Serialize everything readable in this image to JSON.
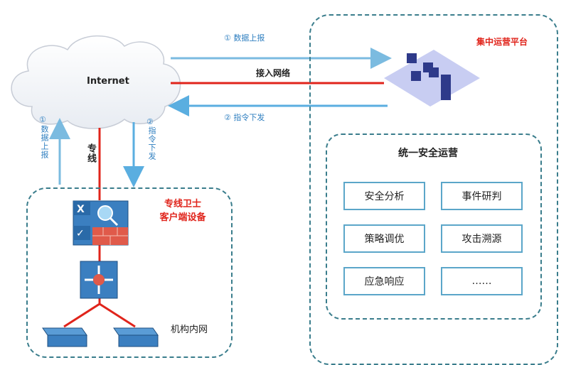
{
  "cloud": {
    "label": "Internet"
  },
  "platform": {
    "label": "集中运营平台"
  },
  "arrows": {
    "upload_top": "① 数据上报",
    "access_network": "接入网络",
    "command_down": "② 指令下发",
    "left_upload": "数据上报",
    "left_upload_num": "①",
    "right_command": "指令下发",
    "right_command_num": "②",
    "dedicated_line": "专线"
  },
  "client_device": {
    "label_line1": "专线卫士",
    "label_line2": "客户端设备"
  },
  "intranet": {
    "label": "机构内网"
  },
  "unified_ops": {
    "title": "统一安全运营",
    "items": [
      "安全分析",
      "事件研判",
      "策略调优",
      "攻击溯源",
      "应急响应",
      "……"
    ]
  }
}
